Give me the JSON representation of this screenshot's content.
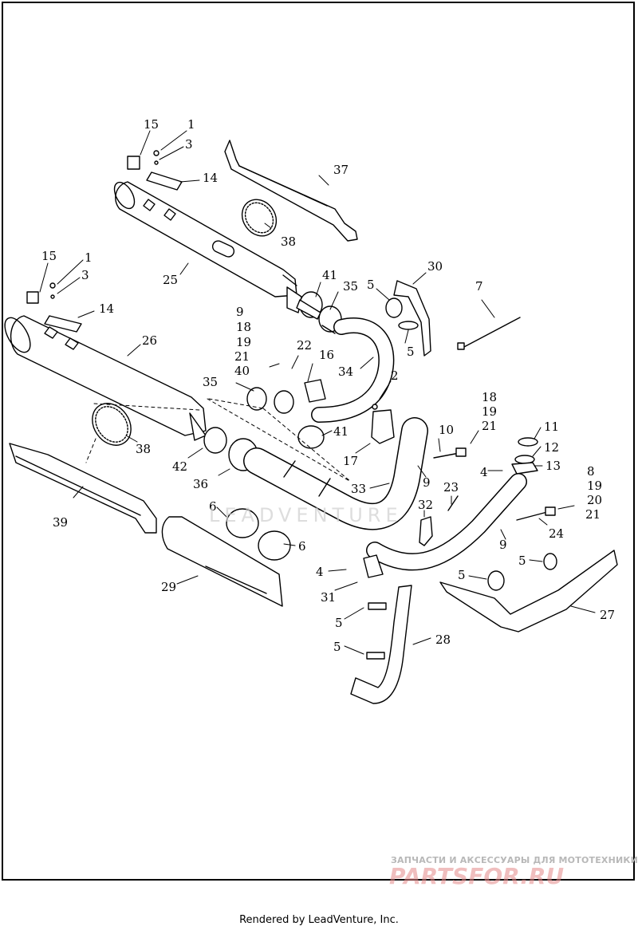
{
  "footer": {
    "rendered_by": "Rendered by LeadVenture, Inc."
  },
  "watermarks": {
    "center_logo": "LEADVENTURE",
    "shop_tagline": "ЗАПЧАСТИ И АКСЕССУАРЫ ДЛЯ МОТОТЕХНИКИ",
    "shop_name": "PARTSFOR.RU"
  },
  "callouts": [
    {
      "label": "15"
    },
    {
      "label": "1"
    },
    {
      "label": "3"
    },
    {
      "label": "37"
    },
    {
      "label": "14"
    },
    {
      "label": "38"
    },
    {
      "label": "25"
    },
    {
      "label": "15"
    },
    {
      "label": "1"
    },
    {
      "label": "3"
    },
    {
      "label": "14"
    },
    {
      "label": "41"
    },
    {
      "label": "35"
    },
    {
      "label": "30"
    },
    {
      "label": "5"
    },
    {
      "label": "7"
    },
    {
      "label": "26"
    },
    {
      "label": "9"
    },
    {
      "label": "18"
    },
    {
      "label": "19"
    },
    {
      "label": "21"
    },
    {
      "label": "40"
    },
    {
      "label": "22"
    },
    {
      "label": "16"
    },
    {
      "label": "5"
    },
    {
      "label": "34"
    },
    {
      "label": "2"
    },
    {
      "label": "35"
    },
    {
      "label": "18"
    },
    {
      "label": "19"
    },
    {
      "label": "21"
    },
    {
      "label": "41"
    },
    {
      "label": "38"
    },
    {
      "label": "42"
    },
    {
      "label": "10"
    },
    {
      "label": "11"
    },
    {
      "label": "12"
    },
    {
      "label": "17"
    },
    {
      "label": "4"
    },
    {
      "label": "13"
    },
    {
      "label": "8"
    },
    {
      "label": "36"
    },
    {
      "label": "9"
    },
    {
      "label": "33"
    },
    {
      "label": "19"
    },
    {
      "label": "23"
    },
    {
      "label": "20"
    },
    {
      "label": "21"
    },
    {
      "label": "39"
    },
    {
      "label": "6"
    },
    {
      "label": "32"
    },
    {
      "label": "24"
    },
    {
      "label": "9"
    },
    {
      "label": "6"
    },
    {
      "label": "5"
    },
    {
      "label": "4"
    },
    {
      "label": "5"
    },
    {
      "label": "29"
    },
    {
      "label": "31"
    },
    {
      "label": "27"
    },
    {
      "label": "5"
    },
    {
      "label": "28"
    },
    {
      "label": "5"
    }
  ]
}
